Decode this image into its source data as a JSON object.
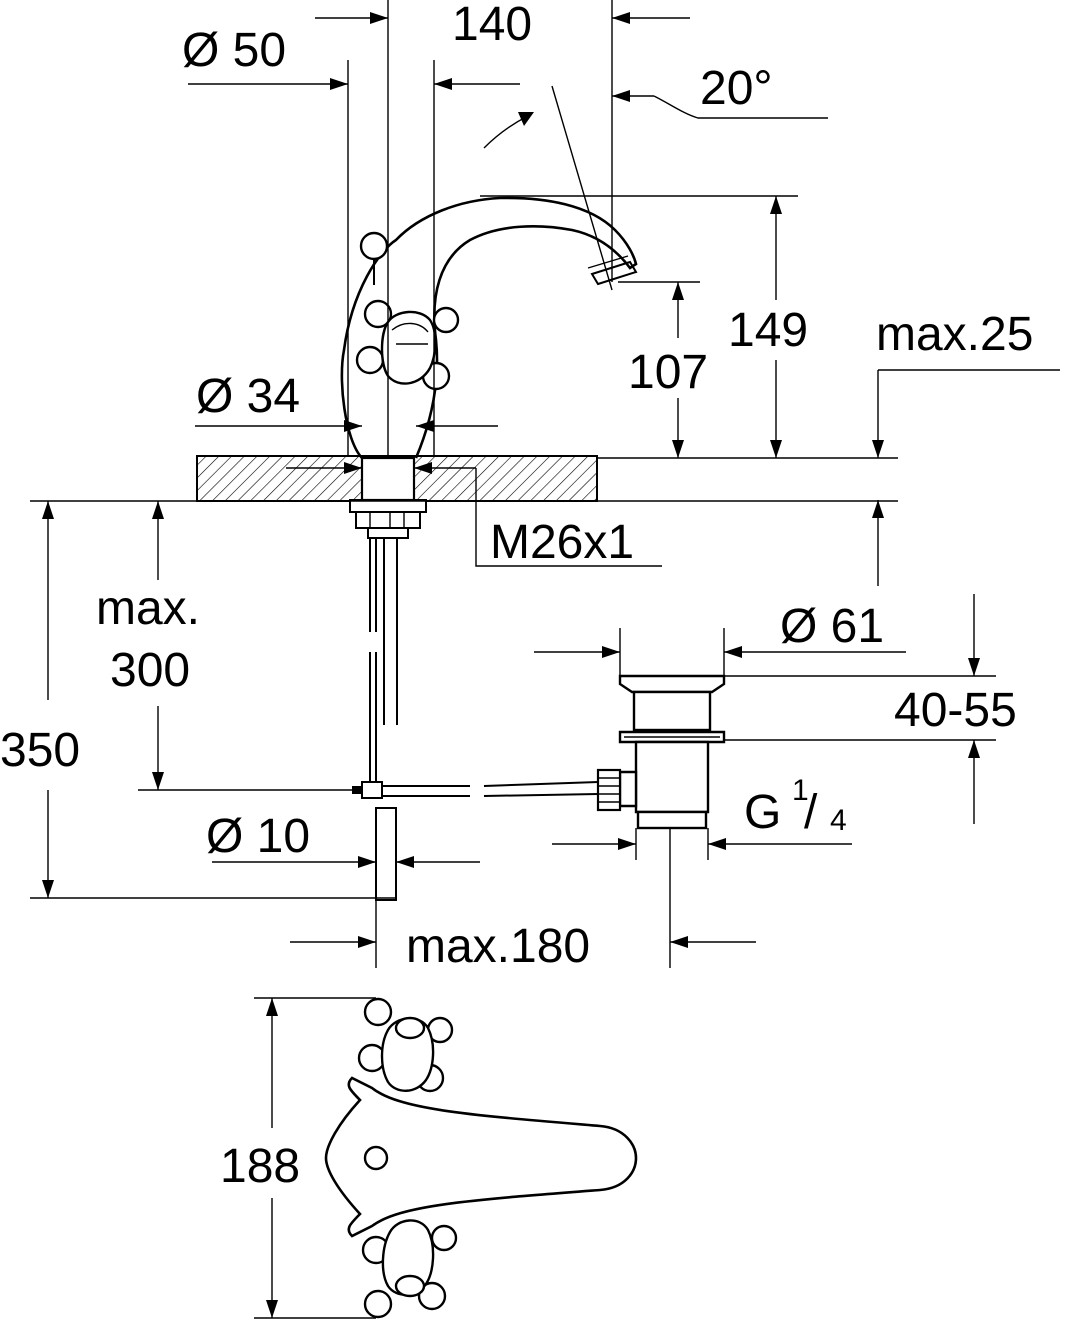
{
  "dimensions": {
    "dia_50": "Ø 50",
    "width_140": "140",
    "angle_20": "20°",
    "height_149": "149",
    "height_107": "107",
    "max_25": "max.25",
    "dia_34": "Ø 34",
    "thread_m26": "M26x1",
    "max_300_line1": "max.",
    "max_300_line2": "300",
    "height_350": "350",
    "dia_61": "Ø 61",
    "range_40_55": "40-55",
    "g_thread": "G",
    "g_num": "1",
    "g_slash": "/",
    "g_den": "4",
    "dia_10": "Ø 10",
    "max_180": "max.180",
    "width_188": "188"
  }
}
